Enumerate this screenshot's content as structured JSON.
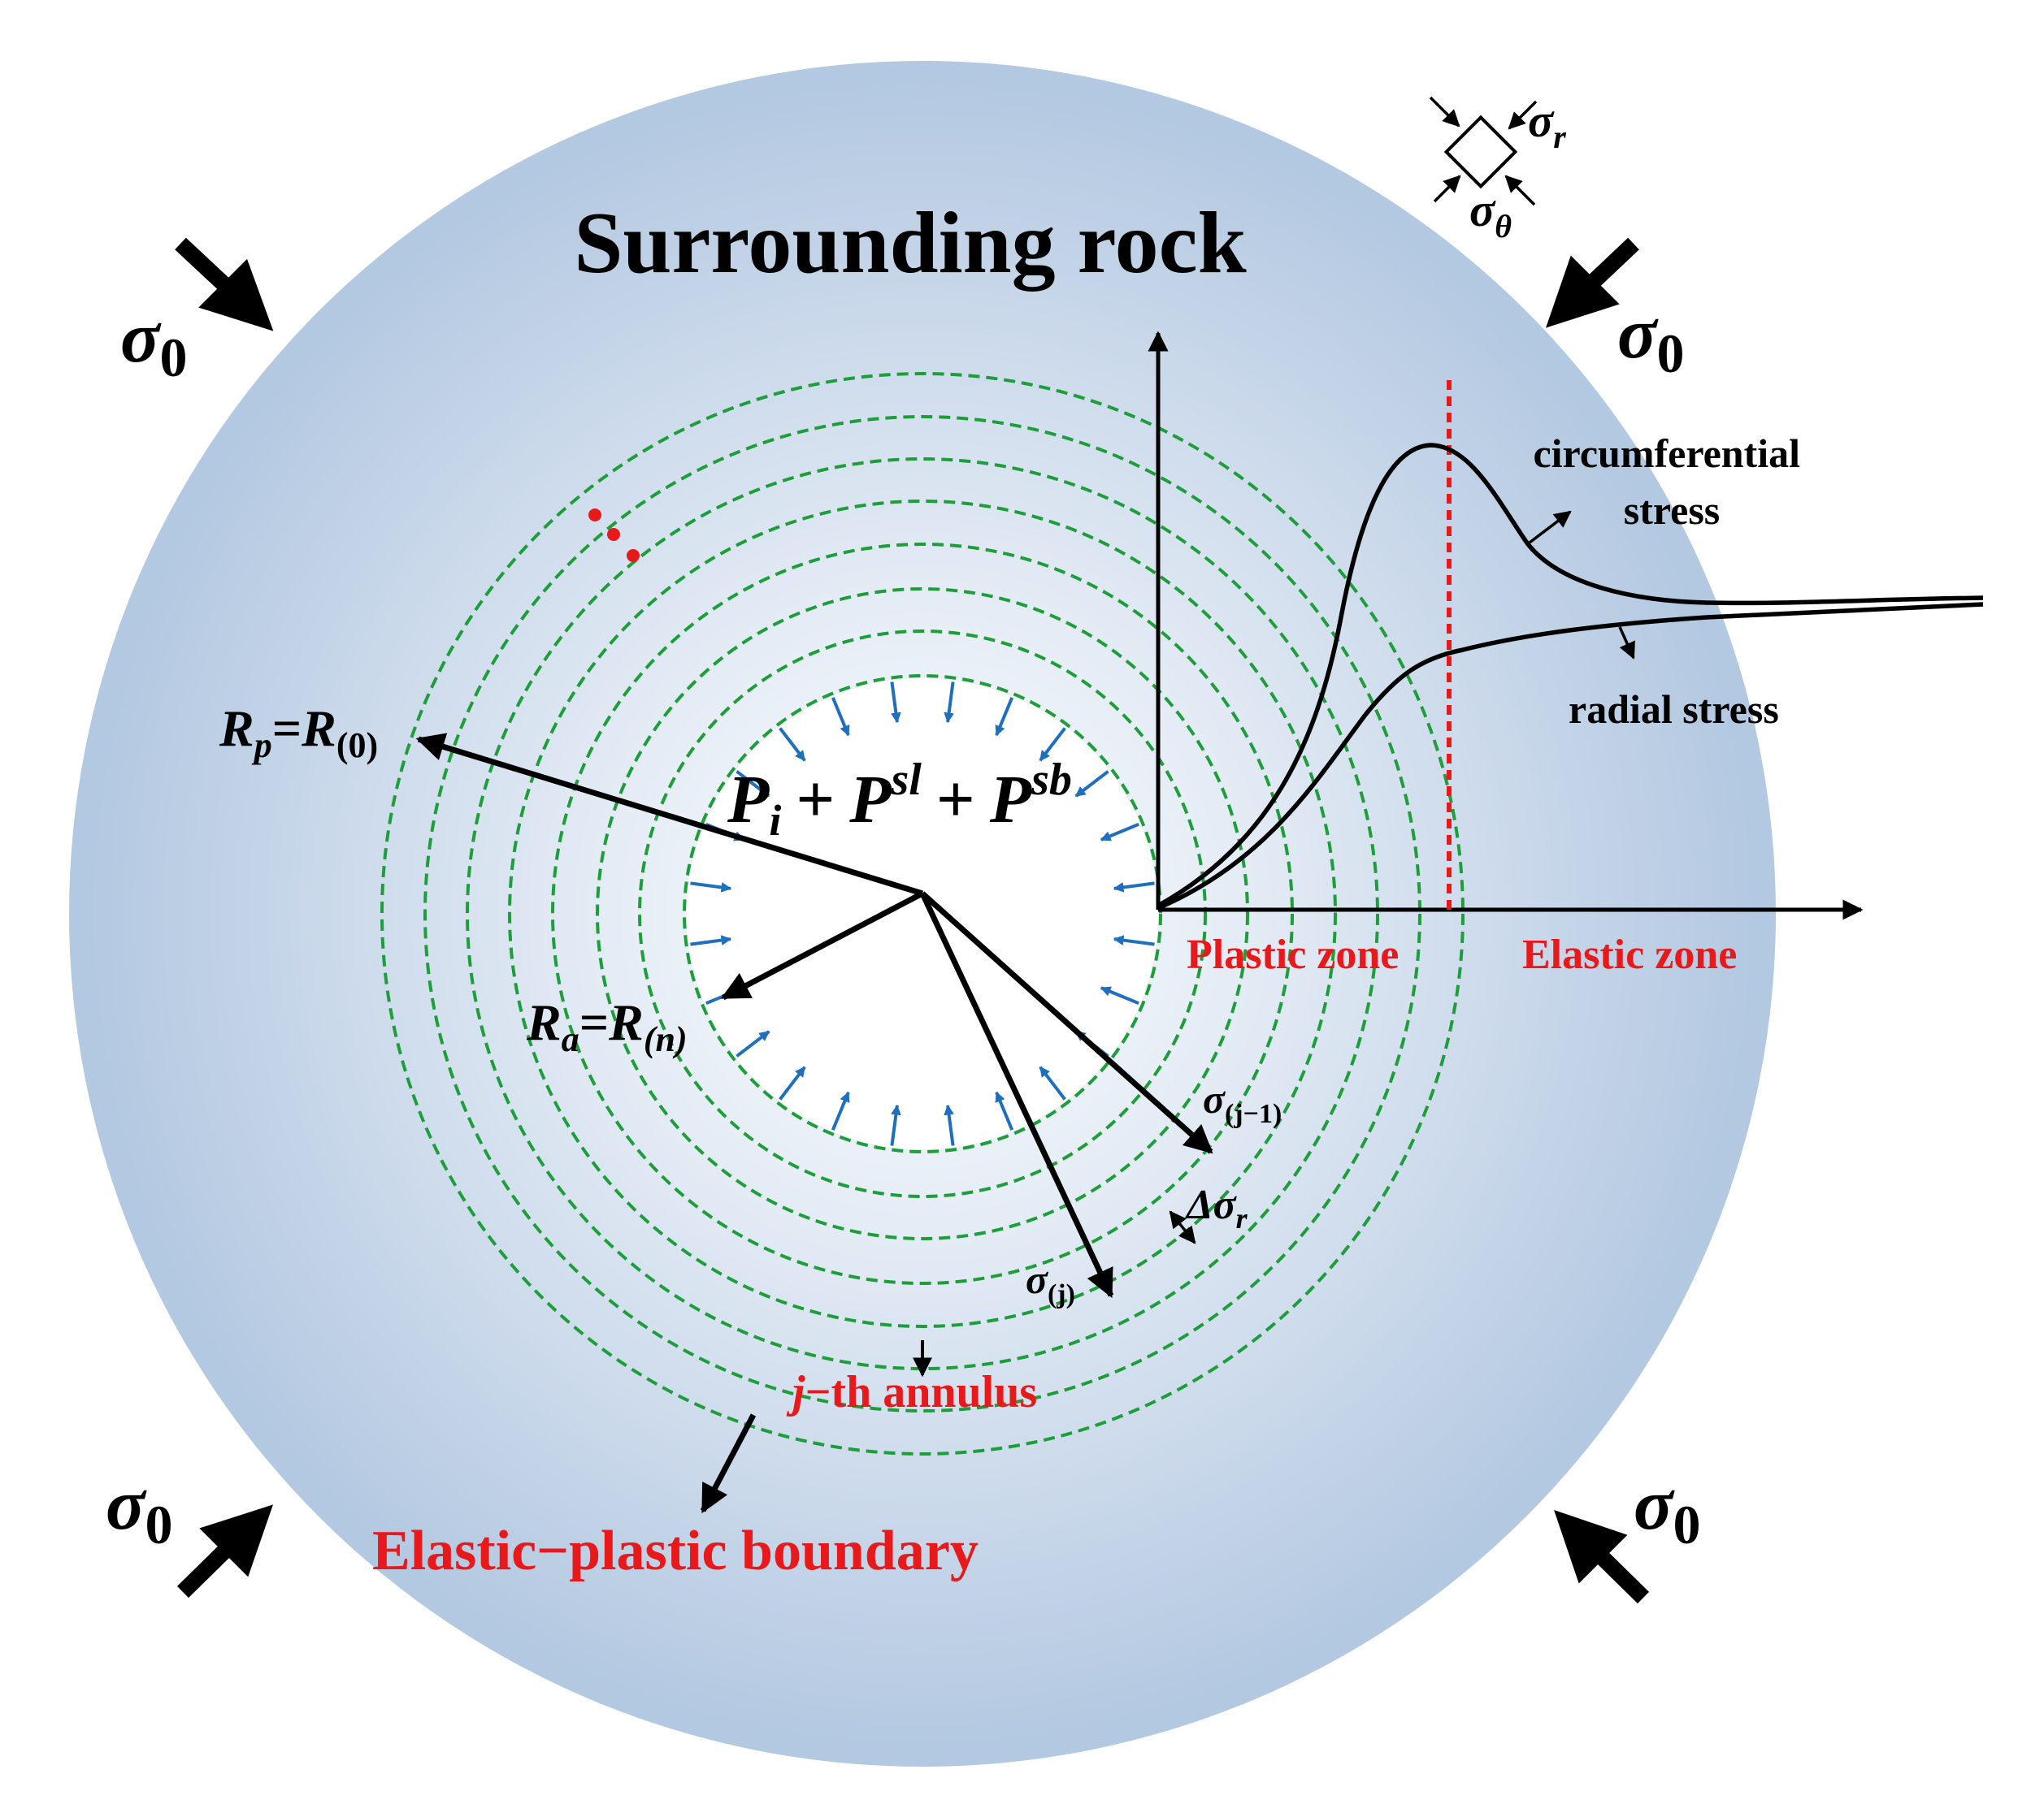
{
  "title": "Surrounding rock",
  "far_field_stress": {
    "symbol": "σ",
    "subscript": "0"
  },
  "element_labels": {
    "radial": {
      "symbol": "σ",
      "subscript": "r"
    },
    "tangential": {
      "symbol": "σ",
      "subscript": "θ"
    }
  },
  "internal_pressure": {
    "p_i": {
      "base": "P",
      "sub": "i"
    },
    "plus": "+",
    "p_sl": {
      "base": "P",
      "sup": "sl"
    },
    "p_sb": {
      "base": "P",
      "sup": "sb"
    }
  },
  "radii": {
    "plastic": {
      "base": "R",
      "sub": "p",
      "eq": "=",
      "base2": "R",
      "sub2": "(0)"
    },
    "tunnel": {
      "base": "R",
      "sub": "a",
      "eq": "=",
      "base2": "R",
      "sub2": "(n)"
    }
  },
  "annulus_stress": {
    "prev": {
      "symbol": "σ",
      "sub": "(j−1)"
    },
    "curr": {
      "symbol": "σ",
      "sub": "(j)"
    },
    "increment": {
      "symbol": "Δσ",
      "sub": "r"
    }
  },
  "annulus_label": {
    "j": "j",
    "rest": "−th annulus"
  },
  "boundary_label": "Elastic−plastic boundary",
  "zones": {
    "plastic": "Plastic zone",
    "elastic": "Elastic zone"
  },
  "curves": {
    "circumferential": [
      "circumferential",
      "stress"
    ],
    "radial": "radial stress"
  },
  "ellipsis": "…",
  "colors": {
    "rock_edge": "#b3c8e1",
    "rock_center": "#ffffff",
    "annulus_lines": "#1d9e3a",
    "pressure_arrows": "#1f6fbf",
    "boundary_line": "#e8191a",
    "label_red": "#e8191a",
    "ink": "#000000"
  }
}
